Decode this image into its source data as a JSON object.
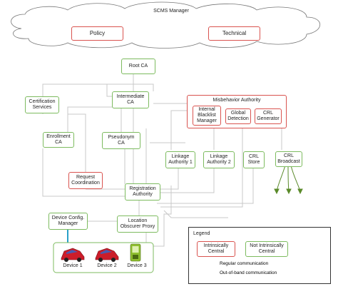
{
  "manager": {
    "title": "SCMS Manager",
    "policy": "Policy",
    "technical": "Technical"
  },
  "nodes": {
    "root_ca": "Root CA",
    "cert_services": "Certification\nServices",
    "intermediate_ca": "Intermediate\nCA",
    "misbehavior_title": "Misbehavior Authority",
    "internal_blacklist": "Internal\nBlacklist\nManager",
    "global_detection": "Global\nDetection",
    "crl_generator": "CRL\nGenerator",
    "enrollment_ca": "Enrollment\nCA",
    "pseudonym_ca": "Pseudonym\nCA",
    "linkage_1": "Linkage\nAuthority 1",
    "linkage_2": "Linkage\nAuthority 2",
    "crl_store": "CRL\nStore",
    "crl_broadcast": "CRL\nBroadcast",
    "request_coordination": "Request\nCoordination",
    "registration_authority": "Registration\nAuthority",
    "device_config_manager": "Device Config.\nManager",
    "location_obscurer_proxy": "Location\nObscurer Proxy"
  },
  "devices": [
    "Device 1",
    "Device 2",
    "Device 3"
  ],
  "legend": {
    "title": "Legend",
    "intrinsic": "Intrinsically\nCentral",
    "not_intrinsic": "Not Intrinsically\nCentral",
    "regular": "Regular communication",
    "oob": "Out-of-band communication"
  },
  "colors": {
    "green_border": "#7dbb5f",
    "red_border": "#d9534f",
    "oob_line": "#2aa0c8",
    "line": "#c8c8c8",
    "device_fill": "#d8e8f0"
  }
}
